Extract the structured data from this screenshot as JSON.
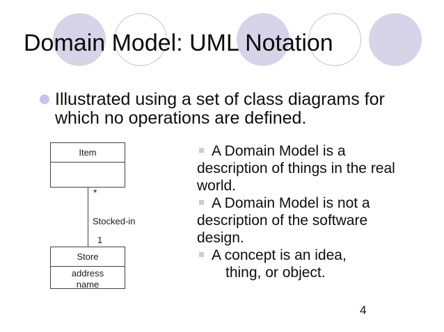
{
  "slide": {
    "title": "Domain Model: UML Notation",
    "page_number": "4",
    "colors": {
      "background": "#ffffff",
      "text": "#0d0d0d",
      "decor_circle_fill": "#d7d3e8",
      "decor_circle_outline": "#c6c2de",
      "main_bullet_dot": "#c5c3ef",
      "sub_bullet_square": "#c9c8ec",
      "diagram_line": "#404040"
    },
    "main_bullet": {
      "lines": [
        "Illustrated using a set of class diagrams for",
        "which no operations are defined."
      ]
    },
    "sub_bullets": [
      {
        "lines": [
          "A Domain Model is a",
          "description of things in the real",
          "world."
        ]
      },
      {
        "lines": [
          "A Domain Model is not a",
          "description of the software",
          "design."
        ]
      },
      {
        "lines": [
          "A concept is an idea,",
          "thing, or object."
        ]
      }
    ],
    "diagram": {
      "item_class": {
        "name": "Item",
        "attributes": []
      },
      "store_class": {
        "name": "Store",
        "attributes": [
          "address",
          "name"
        ]
      },
      "association": {
        "label": "Stocked-in",
        "multiplicity_item": "*",
        "multiplicity_store": "1"
      }
    }
  }
}
